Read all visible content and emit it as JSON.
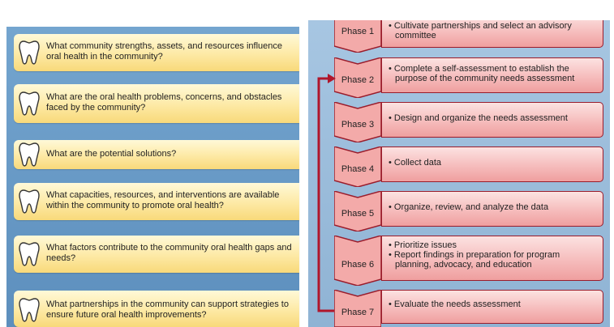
{
  "questions": [
    {
      "icon": "tooth-icon",
      "text": "What community strengths, assets, and resources influence oral health in the community?"
    },
    {
      "icon": "tooth-icon",
      "text": "What are the oral health problems, concerns, and obstacles faced by the community?"
    },
    {
      "icon": "tooth-icon",
      "text": "What are the potential solutions?"
    },
    {
      "icon": "tooth-icon",
      "text": "What capacities, resources, and interventions are available within the community to promote oral health?"
    },
    {
      "icon": "tooth-icon",
      "text": "What factors contribute to the community oral health gaps and needs?"
    },
    {
      "icon": "tooth-icon",
      "text": "What partnerships in the community can support strategies to ensure future oral health improvements?"
    }
  ],
  "phases": [
    {
      "label": "Phase 1",
      "bullets": [
        "Cultivate partnerships and select an advisory committee"
      ]
    },
    {
      "label": "Phase 2",
      "bullets": [
        "Complete a self-assessment to establish the purpose of the community needs assessment"
      ]
    },
    {
      "label": "Phase 3",
      "bullets": [
        "Design and organize the needs assessment"
      ]
    },
    {
      "label": "Phase 4",
      "bullets": [
        "Collect data"
      ]
    },
    {
      "label": "Phase 5",
      "bullets": [
        "Organize, review, and analyze the data"
      ]
    },
    {
      "label": "Phase 6",
      "bullets": [
        "Prioritize issues",
        "Report findings in preparation for program planning, advocacy, and education"
      ]
    },
    {
      "label": "Phase 7",
      "bullets": [
        "Evaluate the needs assessment"
      ]
    }
  ],
  "colors": {
    "left_background": "#6f9fca",
    "question_card": "#fbe29a",
    "right_background": "#9cbedd",
    "phase_box": "#f5b9b9",
    "phase_border": "#9a1c2b",
    "loop_arrow": "#b0162b"
  }
}
